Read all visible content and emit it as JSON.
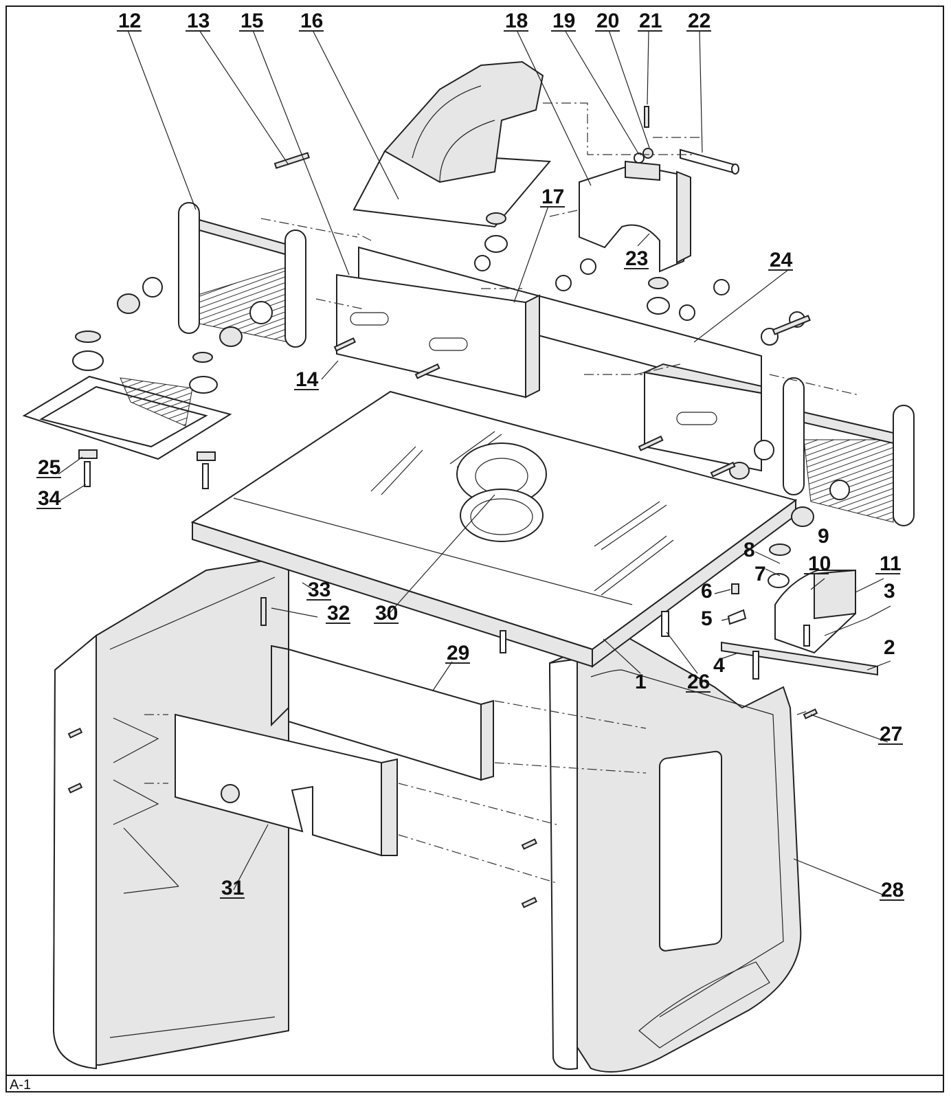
{
  "caption": "A-1",
  "labels": [
    {
      "id": "1",
      "text": "1"
    },
    {
      "id": "2",
      "text": "2"
    },
    {
      "id": "3",
      "text": "3"
    },
    {
      "id": "4",
      "text": "4"
    },
    {
      "id": "5",
      "text": "5"
    },
    {
      "id": "6",
      "text": "6"
    },
    {
      "id": "7",
      "text": "7"
    },
    {
      "id": "8",
      "text": "8"
    },
    {
      "id": "9",
      "text": "9"
    },
    {
      "id": "10",
      "text": "10"
    },
    {
      "id": "11",
      "text": "11"
    },
    {
      "id": "12",
      "text": "12"
    },
    {
      "id": "13",
      "text": "13"
    },
    {
      "id": "14",
      "text": "14"
    },
    {
      "id": "15",
      "text": "15"
    },
    {
      "id": "16",
      "text": "16"
    },
    {
      "id": "17",
      "text": "17"
    },
    {
      "id": "18",
      "text": "18"
    },
    {
      "id": "19",
      "text": "19"
    },
    {
      "id": "20",
      "text": "20"
    },
    {
      "id": "21",
      "text": "21"
    },
    {
      "id": "22",
      "text": "22"
    },
    {
      "id": "23",
      "text": "23"
    },
    {
      "id": "24",
      "text": "24"
    },
    {
      "id": "25",
      "text": "25"
    },
    {
      "id": "26",
      "text": "26"
    },
    {
      "id": "27",
      "text": "27"
    },
    {
      "id": "28",
      "text": "28"
    },
    {
      "id": "29",
      "text": "29"
    },
    {
      "id": "30",
      "text": "30"
    },
    {
      "id": "31",
      "text": "31"
    },
    {
      "id": "32",
      "text": "32"
    },
    {
      "id": "33",
      "text": "33"
    },
    {
      "id": "34",
      "text": "34"
    }
  ]
}
